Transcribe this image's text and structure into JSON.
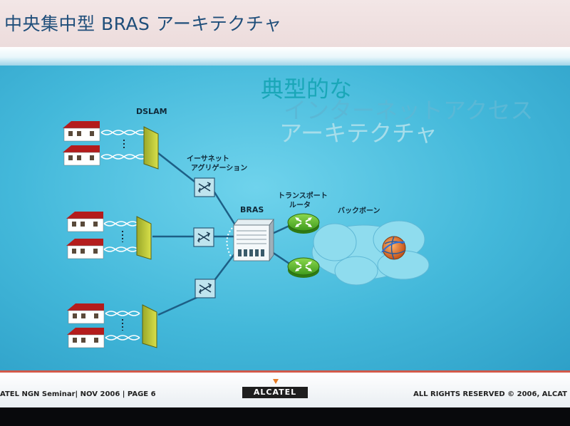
{
  "slide": {
    "title": "中央集中型 BRAS アーキテクチャ",
    "heading": {
      "line1": "典型的な",
      "line2": "インターネットアクセス",
      "line3": "アーキテクチャ"
    },
    "labels": {
      "dslam": "DSLAM",
      "ethernet_aggregation_line1": "イーサネット",
      "ethernet_aggregation_line2": "アグリゲーション",
      "bras": "BRAS",
      "transport_router_line1": "トランスポート",
      "transport_router_line2": "ルータ",
      "backbone": "バックボーン"
    },
    "footer": {
      "left": "ATEL NGN Seminar| NOV  2006 | PAGE 6",
      "logo": "ALCATEL",
      "right": "ALL RIGHTS RESERVED © 2006, ALCAT"
    }
  },
  "colors": {
    "title": "#1f4e7a",
    "content_background": "#43b8da",
    "footer_rule": "#d25a4a",
    "dslam": "#c8d43a",
    "router": "#58b82a",
    "switch": "#a9d9e6"
  },
  "icons": {
    "house": "house-icon",
    "dslam": "dslam-icon",
    "switch": "ethernet-switch-icon",
    "bras": "bras-chassis-icon",
    "router": "router-icon",
    "cloud": "backbone-cloud-icon",
    "globe": "globe-icon"
  }
}
